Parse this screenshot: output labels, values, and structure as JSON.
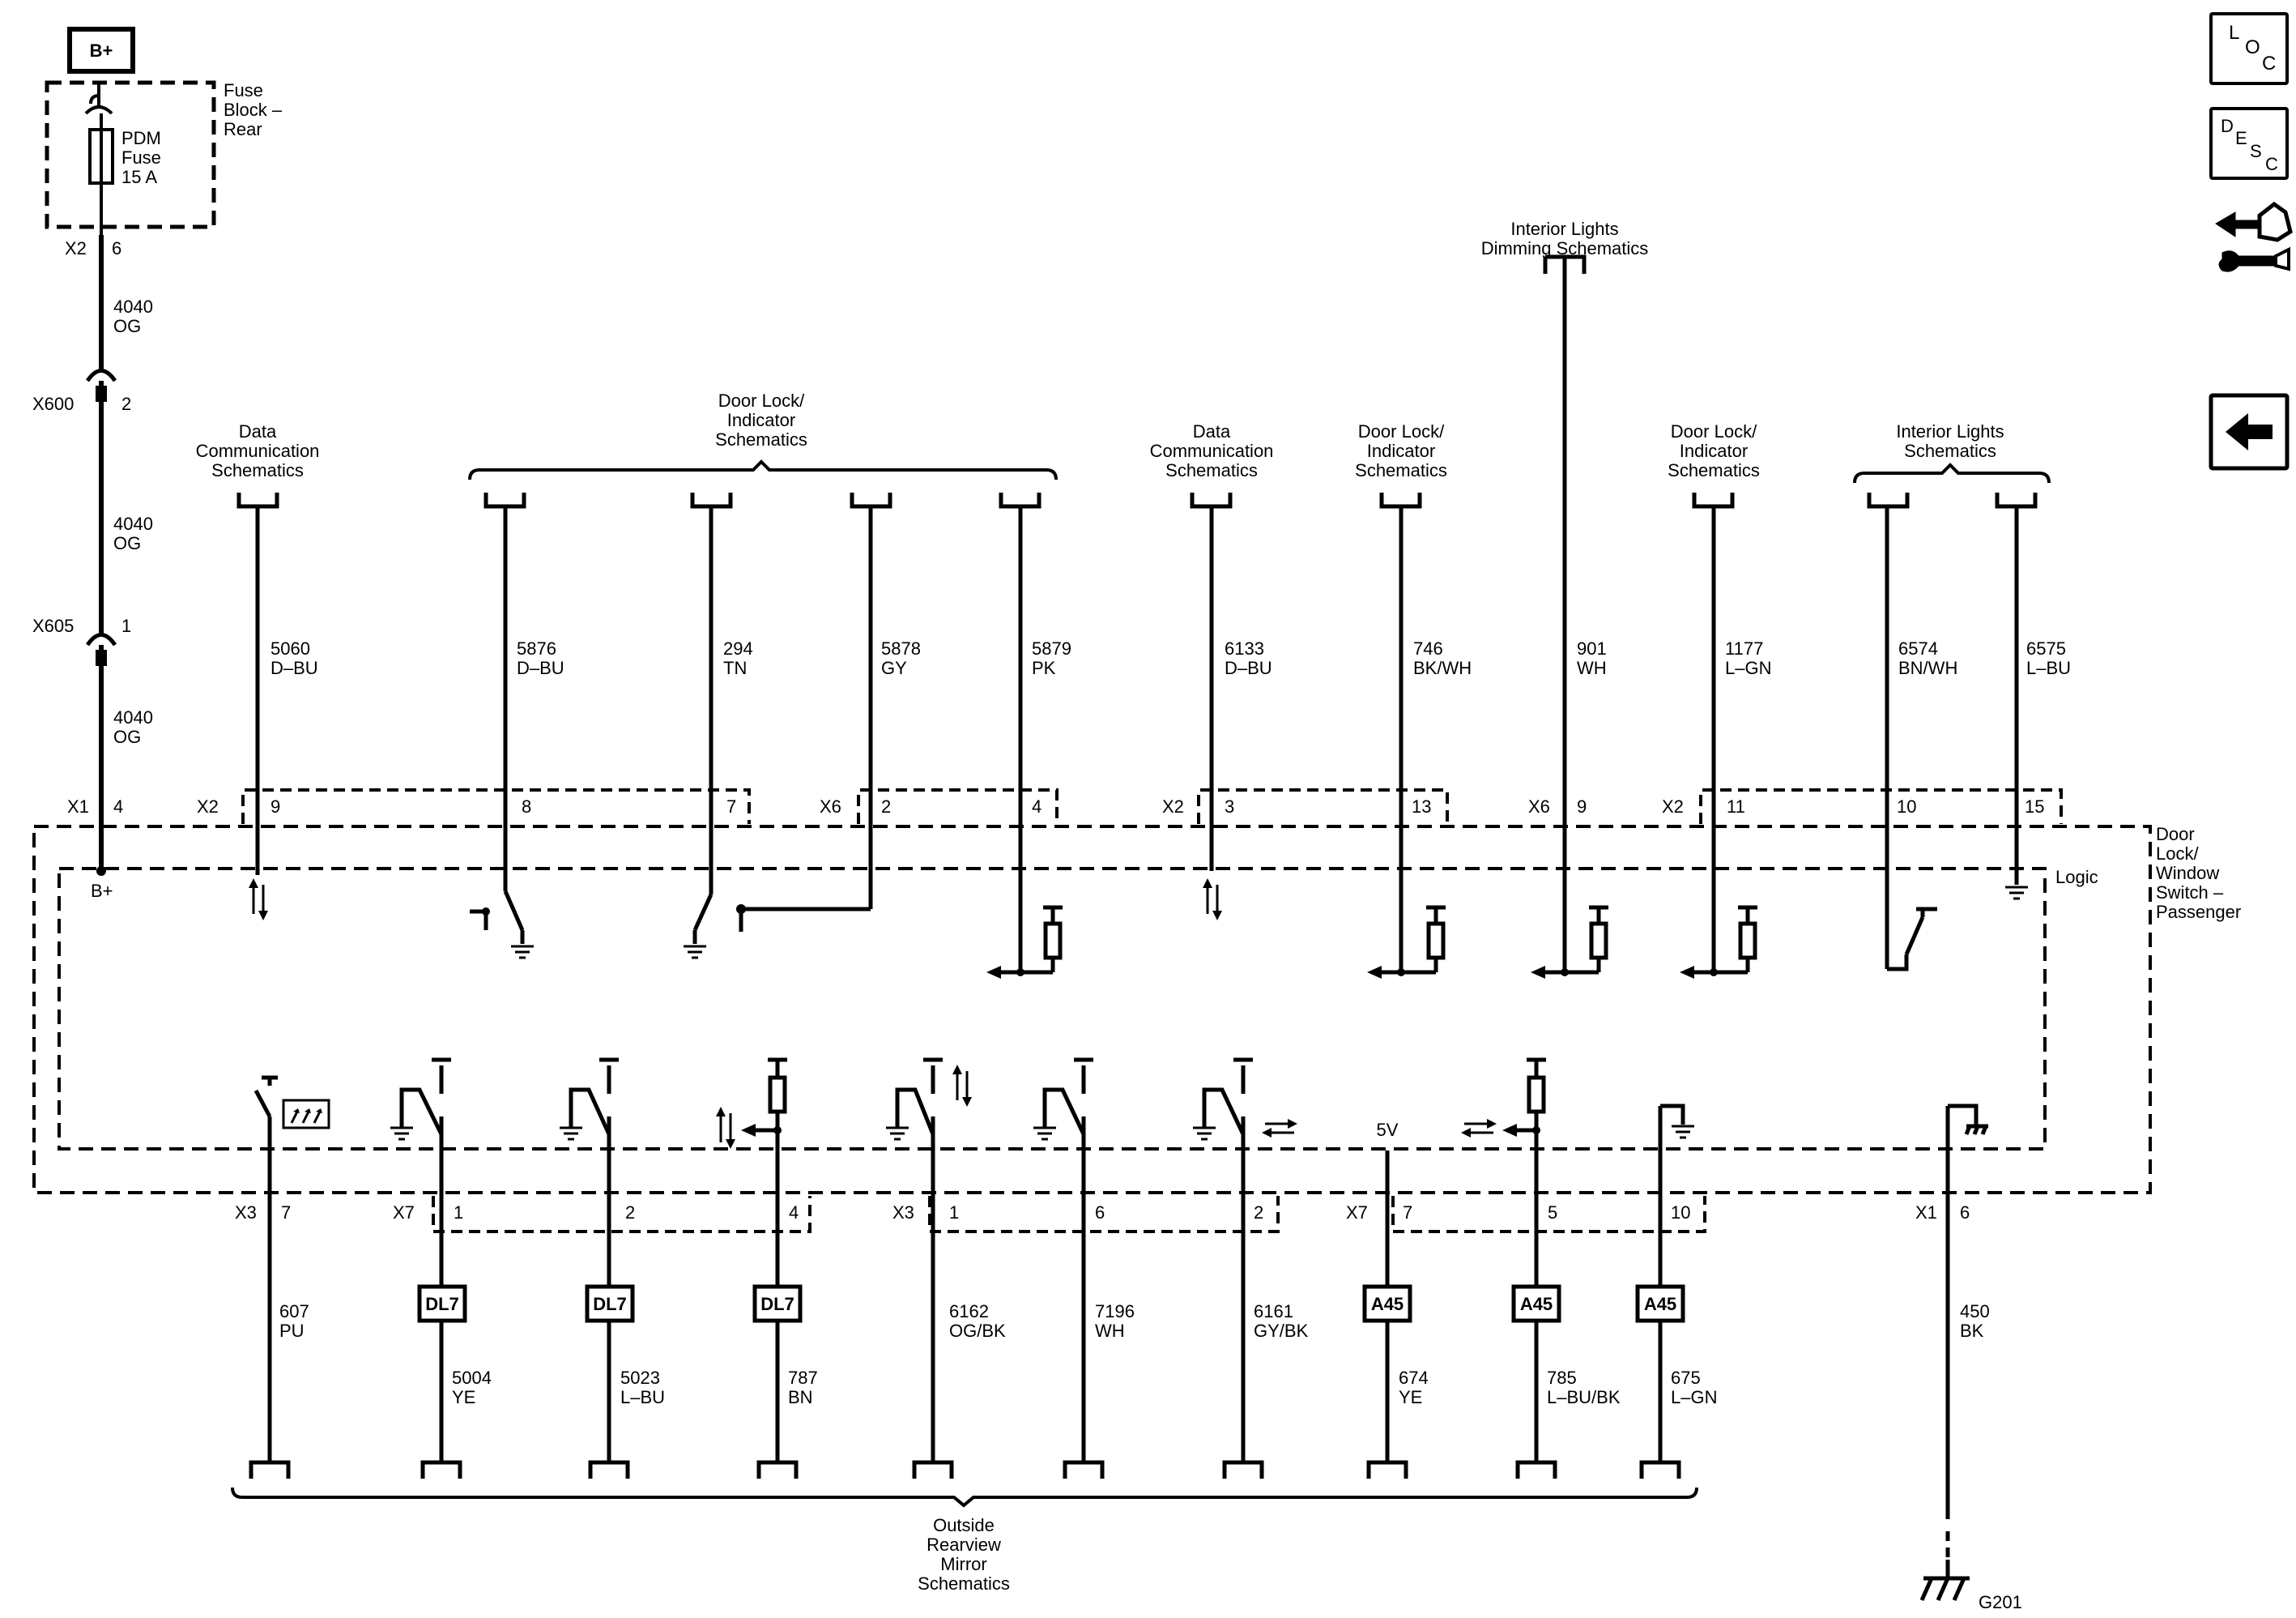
{
  "power": {
    "label": "B+"
  },
  "fuse_block": {
    "name_lines": [
      "Fuse",
      "Block –",
      "Rear"
    ],
    "fuse_lines": [
      "PDM",
      "Fuse",
      "15 A"
    ]
  },
  "module": {
    "name_lines": [
      "Door",
      "Lock/",
      "Window",
      "Switch –",
      "Passenger"
    ],
    "logic_label": "Logic",
    "bplus_label": "B+",
    "five_v_label": "5V"
  },
  "left_feed": {
    "x2_connector": "X2",
    "x2_pin": "6",
    "x600": "X600",
    "x600_pin": "2",
    "x605": "X605",
    "x605_pin": "1",
    "x1_connector": "X1",
    "x1_pin": "4",
    "wires": [
      {
        "circuit": "4040",
        "color": "OG"
      },
      {
        "circuit": "4040",
        "color": "OG"
      },
      {
        "circuit": "4040",
        "color": "OG"
      }
    ]
  },
  "top_connectors": [
    {
      "id": "X2",
      "pin": "9"
    },
    {
      "id": "",
      "pin": "8"
    },
    {
      "id": "",
      "pin": "7"
    },
    {
      "id": "X6",
      "pin": "2"
    },
    {
      "id": "",
      "pin": "4"
    },
    {
      "id": "X2",
      "pin": "3"
    },
    {
      "id": "",
      "pin": "13"
    },
    {
      "id": "X6",
      "pin": "9"
    },
    {
      "id": "X2",
      "pin": "11"
    },
    {
      "id": "",
      "pin": "10"
    },
    {
      "id": "",
      "pin": "15"
    }
  ],
  "top_wires": [
    {
      "circuit": "5060",
      "color": "D–BU"
    },
    {
      "circuit": "5876",
      "color": "D–BU"
    },
    {
      "circuit": "294",
      "color": "TN"
    },
    {
      "circuit": "5878",
      "color": "GY"
    },
    {
      "circuit": "5879",
      "color": "PK"
    },
    {
      "circuit": "6133",
      "color": "D–BU"
    },
    {
      "circuit": "746",
      "color": "BK/WH"
    },
    {
      "circuit": "901",
      "color": "WH"
    },
    {
      "circuit": "1177",
      "color": "L–GN"
    },
    {
      "circuit": "6574",
      "color": "BN/WH"
    },
    {
      "circuit": "6575",
      "color": "L–BU"
    }
  ],
  "top_refs": [
    {
      "lines": [
        "Data",
        "Communication",
        "Schematics"
      ]
    },
    {
      "lines": [
        "Door Lock/",
        "Indicator",
        "Schematics"
      ]
    },
    {
      "lines": [
        "Data",
        "Communication",
        "Schematics"
      ]
    },
    {
      "lines": [
        "Door Lock/",
        "Indicator",
        "Schematics"
      ]
    },
    {
      "lines": [
        "Interior Lights",
        "Dimming Schematics"
      ]
    },
    {
      "lines": [
        "Door Lock/",
        "Indicator",
        "Schematics"
      ]
    },
    {
      "lines": [
        "Interior Lights",
        "Schematics"
      ]
    }
  ],
  "bottom_connectors": [
    {
      "id": "X3",
      "pin": "7"
    },
    {
      "id": "X7",
      "pin": "1"
    },
    {
      "id": "",
      "pin": "2"
    },
    {
      "id": "",
      "pin": "4"
    },
    {
      "id": "X3",
      "pin": "1"
    },
    {
      "id": "",
      "pin": "6"
    },
    {
      "id": "",
      "pin": "2"
    },
    {
      "id": "X7",
      "pin": "7"
    },
    {
      "id": "",
      "pin": "5"
    },
    {
      "id": "",
      "pin": "10"
    },
    {
      "id": "X1",
      "pin": "6"
    }
  ],
  "bottom_wires": [
    {
      "circuit": "607",
      "color": "PU"
    },
    {
      "circuit": "5004",
      "color": "YE"
    },
    {
      "circuit": "5023",
      "color": "L–BU"
    },
    {
      "circuit": "787",
      "color": "BN"
    },
    {
      "circuit": "6162",
      "color": "OG/BK"
    },
    {
      "circuit": "7196",
      "color": "WH"
    },
    {
      "circuit": "6161",
      "color": "GY/BK"
    },
    {
      "circuit": "674",
      "color": "YE"
    },
    {
      "circuit": "785",
      "color": "L–BU/BK"
    },
    {
      "circuit": "675",
      "color": "L–GN"
    },
    {
      "circuit": "450",
      "color": "BK"
    }
  ],
  "components": [
    "DL7",
    "DL7",
    "DL7",
    "A45",
    "A45",
    "A45"
  ],
  "bottom_ref": {
    "lines": [
      "Outside",
      "Rearview",
      "Mirror",
      "Schematics"
    ]
  },
  "ground": {
    "label": "G201"
  },
  "nav": {
    "loc": [
      "L",
      "O",
      "C"
    ],
    "desc": [
      "D",
      "E",
      "S",
      "C"
    ],
    "icons": [
      "loc-icon",
      "desc-icon",
      "connector-repair-icon",
      "back-arrow-icon"
    ]
  }
}
